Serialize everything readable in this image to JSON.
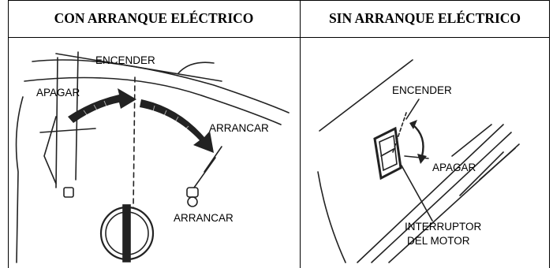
{
  "table": {
    "headers": [
      "CON ARRANQUE ELÉCTRICO",
      "SIN ARRANQUE ELÉCTRICO"
    ]
  },
  "left_panel": {
    "labels": {
      "encender": "ENCENDER",
      "apagar": "APAGAR",
      "arrancar_arc": "ARRANCAR",
      "arrancar_key": "ARRANCAR"
    }
  },
  "right_panel": {
    "labels": {
      "encender": "ENCENDER",
      "apagar": "APAGAR",
      "interruptor_line1": "INTERRUPTOR",
      "interruptor_line2": "DEL MOTOR"
    }
  }
}
